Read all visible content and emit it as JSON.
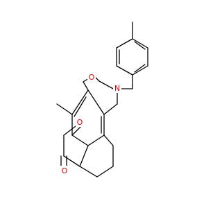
{
  "molecule": {
    "atom_labels": {
      "ring_oxygen_top": "O",
      "nitrogen": "N",
      "ring_oxygen_lactone": "O",
      "carbonyl_oxygen": "O"
    },
    "substituent_labels": {
      "methyl_aromatic": "",
      "methyl_tolyl": ""
    },
    "colors": {
      "oxygen": "#e00000",
      "nitrogen": "#1e3cff",
      "bond": "#000000",
      "background": "#ffffff"
    }
  }
}
